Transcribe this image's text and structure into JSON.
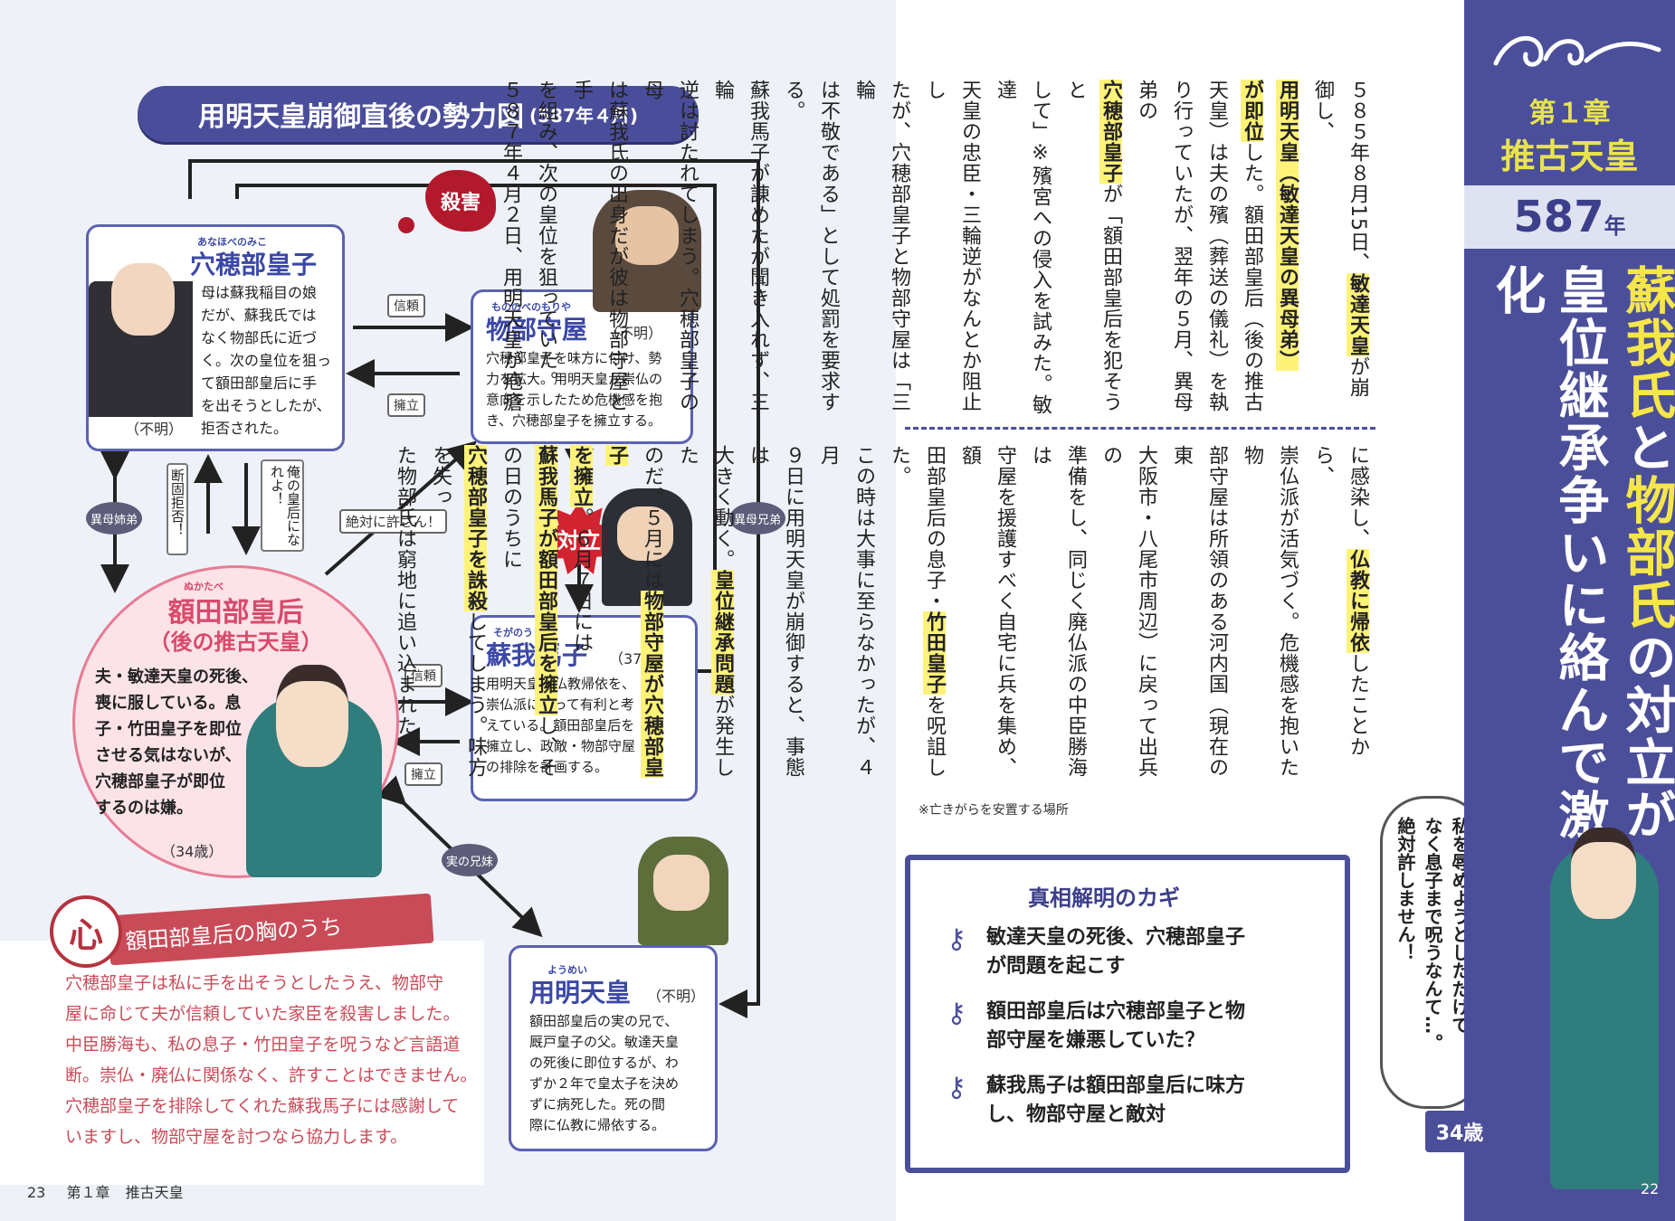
{
  "diagram": {
    "title": "用明天皇崩御直後の勢力図",
    "title_date": "(587年４月)",
    "anahobe": {
      "ruby": "あなほべのみこ",
      "name": "穴穂部皇子",
      "desc": [
        "母は蘇我稲目の娘",
        "だが、蘇我氏では",
        "なく物部氏に近づ",
        "く。次の皇位を狙っ",
        "て額田部皇后に手",
        "を出そうとしたが、",
        "拒否された。"
      ],
      "age": "（不明）"
    },
    "mononobe": {
      "ruby": "もののべのもりや",
      "name": "物部守屋",
      "age": "（不明）",
      "desc": [
        "穴穂部皇子を味方に付け、勢",
        "力を拡大。用明天皇が崇仏の",
        "意向を示したため危機感を抱",
        "き、穴穂部皇子を擁立する。"
      ]
    },
    "nukatabe": {
      "ruby": "ぬかたべ",
      "name": "額田部皇后",
      "subname": "（後の推古天皇）",
      "desc": [
        "夫・敏達天皇の死後、",
        "喪に服している。息",
        "子・竹田皇子を即位",
        "させる気はないが、",
        "穴穂部皇子が即位",
        "するのは嫌。"
      ],
      "age": "（34歳）"
    },
    "soga": {
      "ruby": "そがのうまこ",
      "name": "蘇我馬子",
      "age": "（37歳）",
      "desc": [
        "用明天皇の仏教帰依を、",
        "崇仏派にとって有利と考",
        "えている。額田部皇后を",
        "擁立し、政敵・物部守屋",
        "の排除を計画する。"
      ]
    },
    "yomei": {
      "ruby": "ようめい",
      "name": "用明天皇",
      "age": "（不明）",
      "desc": [
        "額田部皇后の実の兄で、",
        "厩戸皇子の父。敏達天皇",
        "の死後に即位するが、わ",
        "ずか２年で皇太子を決め",
        "ずに病死した。死の間",
        "際に仏教に帰依する。"
      ]
    },
    "labels": {
      "trust1": "信頼",
      "support1": "擁立",
      "trust2": "信頼",
      "support2": "擁立",
      "murder": "殺害",
      "conflict": "対立",
      "half_sibling_elder": "異母姉弟",
      "half_brother": "異母兄弟",
      "refuse": "断固拒否！",
      "be_my_queen": "俺の皇后になれよ！",
      "never_forgive": "絶対に許さん！",
      "real_siblings": "実の兄妹"
    }
  },
  "heart": {
    "icon": "心",
    "title": "額田部皇后の胸のうち",
    "lines": [
      "穴穂部皇子は私に手を出そうとしたうえ、物部守",
      "屋に命じて夫が信頼していた家臣を殺害しました。",
      "中臣勝海も、私の息子・竹田皇子を呪うなど言語道",
      "断。崇仏・廃仏に関係なく、許すことはできません。",
      "穴穂部皇子を排除してくれた蘇我馬子には感謝して",
      "いますし、物部守屋を討つなら協力します。"
    ]
  },
  "footer_left": {
    "page": "23",
    "chapter": "第１章",
    "title": "推古天皇"
  },
  "footer_right": {
    "page": "22"
  },
  "body_top": {
    "columns": [
      [
        "５８５年８月15日、",
        "敏達天皇",
        "が崩"
      ],
      [
        "御し、",
        "用明天皇（敏達天皇の異母弟）",
        ""
      ],
      [
        "",
        "が即位",
        "した。額田部皇后（後の推古"
      ],
      [
        "天皇）は夫の殯（葬送の儀礼）を執",
        "",
        ""
      ],
      [
        "り行っていたが、翌年の５月、異母弟の",
        "",
        ""
      ],
      [
        "",
        "穴穂部皇子",
        "が「額田部皇后を犯そうと"
      ],
      [
        "して」※殯宮への侵入を試みた。敏達",
        "",
        ""
      ],
      [
        "天皇の忠臣・三輪逆がなんとか阻止し",
        "",
        ""
      ],
      [
        "たが、穴穂部皇子と物部守屋は「三輪",
        "",
        ""
      ],
      [
        "は不敬である」として処罰を要求する。",
        "",
        ""
      ],
      [
        "蘇我馬子が諌めたが聞き入れず、三輪",
        "",
        ""
      ],
      [
        "逆は討たれてしまう。穴穂部皇子の母",
        "",
        ""
      ],
      [
        "は蘇我氏の出身だが彼は物部守屋と手",
        "",
        ""
      ],
      [
        "を組み、次の皇位を狙っていた。",
        "",
        ""
      ],
      [
        "５８７年４月２日、用明天皇が疱瘡",
        "",
        ""
      ]
    ]
  },
  "body_bottom": {
    "columns": [
      [
        "に感染し、",
        "仏教に帰依",
        "したことから、"
      ],
      [
        "崇仏派が活気づく。危機感を抱いた物",
        "",
        ""
      ],
      [
        "部守屋は所領のある河内国（現在の東",
        "",
        ""
      ],
      [
        "大阪市・八尾市周辺）に戻って出兵の",
        "",
        ""
      ],
      [
        "準備をし、同じく廃仏派の中臣勝海は",
        "",
        ""
      ],
      [
        "守屋を援護すべく自宅に兵を集め、額",
        "",
        ""
      ],
      [
        "田部皇后の息子・",
        "竹田皇子",
        "を呪詛した。"
      ],
      [
        "この時は大事に至らなかったが、４月",
        "",
        ""
      ],
      [
        "９日に用明天皇が崩御すると、事態は",
        "",
        ""
      ],
      [
        "大きく動く。",
        "皇位継承問題",
        "が発生した"
      ],
      [
        "のだ。５月には",
        "物部守屋が穴穂部皇子",
        ""
      ],
      [
        "",
        "を擁立",
        "。６月７日には"
      ],
      [
        "",
        "蘇我馬子が額田部皇后を擁立",
        "し、その日のうちに"
      ],
      [
        "",
        "穴穂部皇子を誅殺",
        "してしまう。味方を失っ"
      ],
      [
        "た物部氏は窮地に追い込まれた。",
        "",
        ""
      ]
    ]
  },
  "note": "※亡きがらを安置する場所",
  "key": {
    "title": "真相解明のカギ",
    "items": [
      [
        "敏達天皇の死後、穴穂部皇子",
        "が問題を起こす"
      ],
      [
        "額田部皇后は穴穂部皇子と物",
        "部守屋を嫌悪していた？"
      ],
      [
        "蘇我馬子は額田部皇后に味方",
        "し、物部守屋と敵対"
      ]
    ]
  },
  "sidebar": {
    "chapter": "第１章",
    "emperor": "推古天皇",
    "year": "587",
    "year_suffix": "年",
    "title_parts": [
      {
        "text": "蘇我氏",
        "hl": true
      },
      {
        "text": "と",
        "hl": false
      },
      {
        "text": "物部氏",
        "hl": true
      },
      {
        "text": "の対立が",
        "hl": false
      }
    ],
    "title_line2": "皇位継承争いに絡んで激化",
    "bubble": [
      "私を辱めようとしただけで",
      "なく息子まで呪うなんて…。",
      "絶対許しません！"
    ],
    "age": "34歳"
  },
  "colors": {
    "navy": "#4b4f9a",
    "highlight": "#fff279",
    "pink": "#e87c93",
    "red": "#c94b58"
  }
}
